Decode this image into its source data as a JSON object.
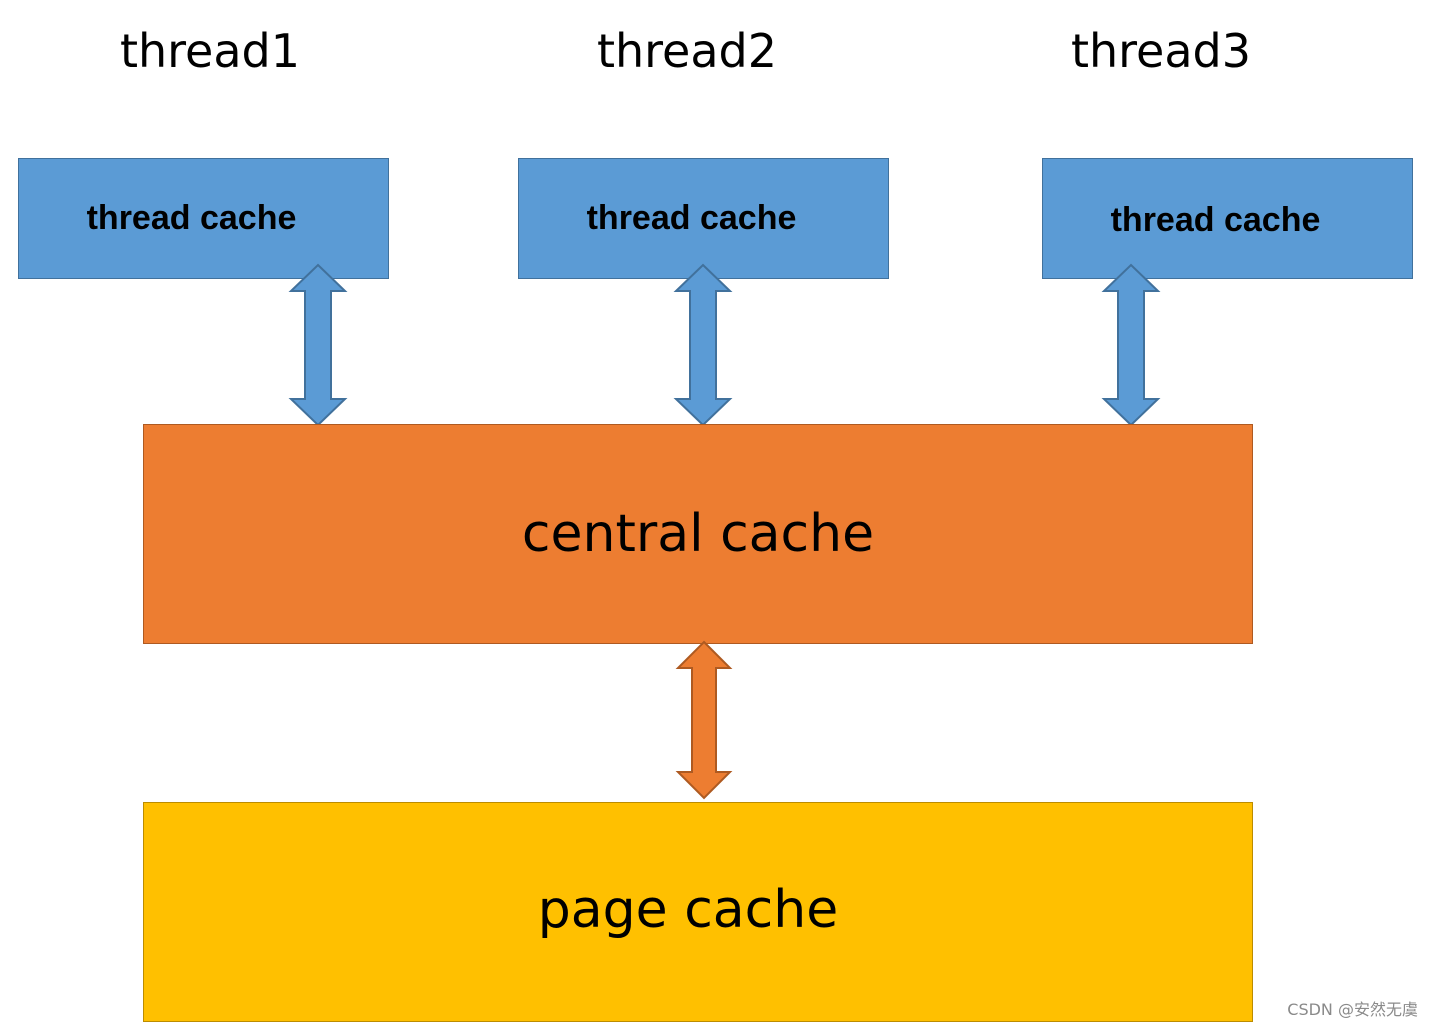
{
  "threads": [
    {
      "label": "thread1",
      "cache_label": "thread cache"
    },
    {
      "label": "thread2",
      "cache_label": "thread cache"
    },
    {
      "label": "thread3",
      "cache_label": "thread cache"
    }
  ],
  "central_cache": {
    "label": "central cache"
  },
  "page_cache": {
    "label": "page cache"
  },
  "watermark": "CSDN @安然无虞",
  "colors": {
    "thread_cache_fill": "#5b9bd5",
    "central_cache_fill": "#ed7d31",
    "page_cache_fill": "#ffc000"
  }
}
